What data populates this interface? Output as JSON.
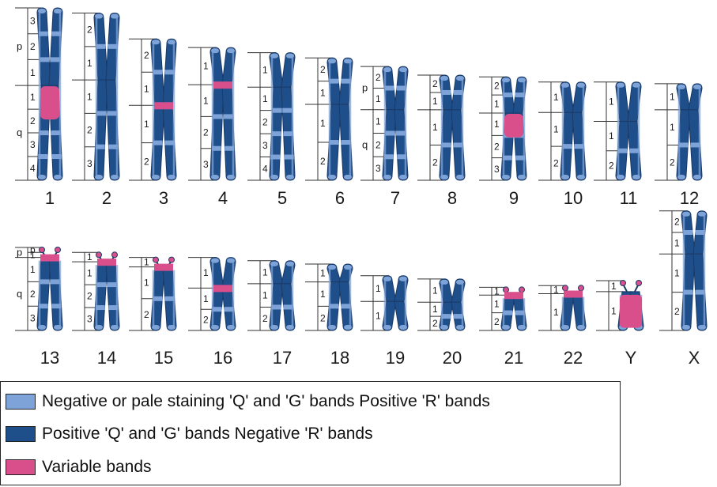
{
  "colors": {
    "pale": "#7ea3d8",
    "dark": "#1f4f8a",
    "variable": "#d94f8c",
    "outline": "#1b3a66",
    "background": "#ffffff"
  },
  "arm_labels": {
    "p": "p",
    "q": "q"
  },
  "chromosomes": [
    {
      "label": "1",
      "row": 0,
      "p": [
        "3",
        "2",
        "1"
      ],
      "q": [
        "1",
        "2",
        "3",
        "4"
      ],
      "variable": "q-top",
      "pArm": 0.45,
      "len": 1.0
    },
    {
      "label": "2",
      "row": 0,
      "p": [
        "2",
        "1"
      ],
      "q": [
        "1",
        "2",
        "3"
      ],
      "variable": "",
      "pArm": 0.4,
      "len": 0.97
    },
    {
      "label": "3",
      "row": 0,
      "p": [
        "2",
        "1"
      ],
      "q": [
        "1",
        "2"
      ],
      "variable": "cen",
      "pArm": 0.47,
      "len": 0.82
    },
    {
      "label": "4",
      "row": 0,
      "p": [
        "1"
      ],
      "q": [
        "1",
        "2",
        "3"
      ],
      "variable": "cen",
      "pArm": 0.28,
      "len": 0.77
    },
    {
      "label": "5",
      "row": 0,
      "p": [
        "1"
      ],
      "q": [
        "1",
        "2",
        "3",
        "4"
      ],
      "variable": "",
      "pArm": 0.27,
      "len": 0.74
    },
    {
      "label": "6",
      "row": 0,
      "p": [
        "2",
        "1"
      ],
      "q": [
        "1",
        "2"
      ],
      "variable": "",
      "pArm": 0.38,
      "len": 0.71
    },
    {
      "label": "7",
      "row": 0,
      "p": [
        "2",
        "1"
      ],
      "q": [
        "1",
        "2",
        "3"
      ],
      "variable": "",
      "pArm": 0.38,
      "len": 0.66
    },
    {
      "label": "8",
      "row": 0,
      "p": [
        "2",
        "1"
      ],
      "q": [
        "1",
        "2"
      ],
      "variable": "",
      "pArm": 0.33,
      "len": 0.61
    },
    {
      "label": "9",
      "row": 0,
      "p": [
        "2",
        "1"
      ],
      "q": [
        "1",
        "2",
        "3"
      ],
      "variable": "q-top",
      "pArm": 0.35,
      "len": 0.6
    },
    {
      "label": "10",
      "row": 0,
      "p": [
        "1"
      ],
      "q": [
        "1",
        "2"
      ],
      "variable": "",
      "pArm": 0.31,
      "len": 0.57
    },
    {
      "label": "11",
      "row": 0,
      "p": [
        "1"
      ],
      "q": [
        "1",
        "2"
      ],
      "variable": "",
      "pArm": 0.4,
      "len": 0.57
    },
    {
      "label": "12",
      "row": 0,
      "p": [
        "1"
      ],
      "q": [
        "1",
        "2"
      ],
      "variable": "",
      "pArm": 0.27,
      "len": 0.56
    },
    {
      "label": "13",
      "row": 1,
      "p": [
        "p",
        "1"
      ],
      "q": [
        "1",
        "2",
        "3"
      ],
      "variable": "cen",
      "pArm": 0.12,
      "len": 0.5,
      "acro": true
    },
    {
      "label": "14",
      "row": 1,
      "p": [
        "1"
      ],
      "q": [
        "1",
        "2",
        "3"
      ],
      "variable": "cen",
      "pArm": 0.12,
      "len": 0.47,
      "acro": true
    },
    {
      "label": "15",
      "row": 1,
      "p": [
        "1"
      ],
      "q": [
        "1",
        "2"
      ],
      "variable": "cen",
      "pArm": 0.13,
      "len": 0.44,
      "acro": true
    },
    {
      "label": "16",
      "row": 1,
      "p": [
        "1"
      ],
      "q": [
        "1",
        "2"
      ],
      "variable": "cen",
      "pArm": 0.42,
      "len": 0.44
    },
    {
      "label": "17",
      "row": 1,
      "p": [
        "1"
      ],
      "q": [
        "1",
        "2"
      ],
      "variable": "",
      "pArm": 0.33,
      "len": 0.42
    },
    {
      "label": "18",
      "row": 1,
      "p": [
        "1"
      ],
      "q": [
        "1",
        "2"
      ],
      "variable": "",
      "pArm": 0.27,
      "len": 0.4
    },
    {
      "label": "19",
      "row": 1,
      "p": [
        "1"
      ],
      "q": [
        "1"
      ],
      "variable": "",
      "pArm": 0.47,
      "len": 0.33
    },
    {
      "label": "20",
      "row": 1,
      "p": [
        "1"
      ],
      "q": [
        "1",
        "2"
      ],
      "variable": "",
      "pArm": 0.45,
      "len": 0.31
    },
    {
      "label": "21",
      "row": 1,
      "p": [
        "1"
      ],
      "q": [
        "1",
        "2"
      ],
      "variable": "cen",
      "pArm": 0.18,
      "len": 0.26,
      "acro": true
    },
    {
      "label": "22",
      "row": 1,
      "p": [
        "1"
      ],
      "q": [
        "1"
      ],
      "variable": "cen",
      "pArm": 0.18,
      "len": 0.27,
      "acro": true
    },
    {
      "label": "Y",
      "row": 1,
      "p": [
        "1"
      ],
      "q": [
        "1"
      ],
      "variable": "q-all",
      "pArm": 0.22,
      "len": 0.3,
      "acro": true
    },
    {
      "label": "X",
      "row": 1,
      "p": [
        "2",
        "1"
      ],
      "q": [
        "1",
        "2"
      ],
      "variable": "",
      "pArm": 0.36,
      "len": 0.72
    }
  ],
  "legend": [
    {
      "key": "pale",
      "label": "Negative or pale staining 'Q' and 'G' bands Positive 'R' bands"
    },
    {
      "key": "dark",
      "label": "Positive 'Q' and 'G' bands Negative 'R' bands"
    },
    {
      "key": "variable",
      "label": "Variable bands"
    }
  ]
}
